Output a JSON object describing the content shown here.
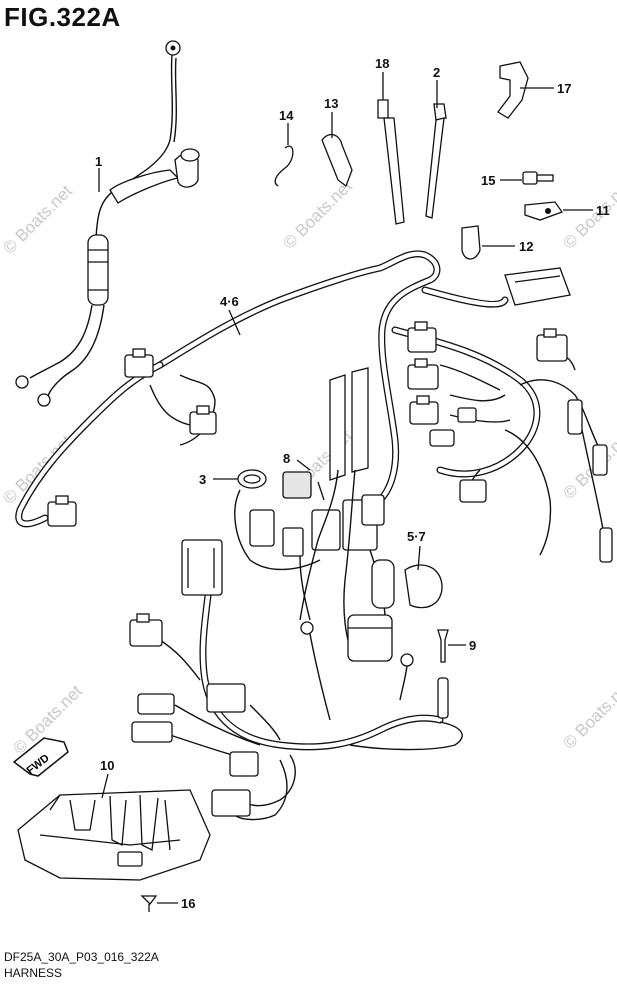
{
  "figure": {
    "title": "FIG.322A",
    "code": "DF25A_30A_P03_016_322A",
    "name": "HARNESS"
  },
  "watermark": "© Boats.net",
  "fwd_label": "FWD",
  "callouts": [
    "1",
    "2",
    "3",
    "4·6",
    "5·7",
    "8",
    "9",
    "10",
    "11",
    "12",
    "13",
    "14",
    "15",
    "16",
    "17",
    "18"
  ]
}
